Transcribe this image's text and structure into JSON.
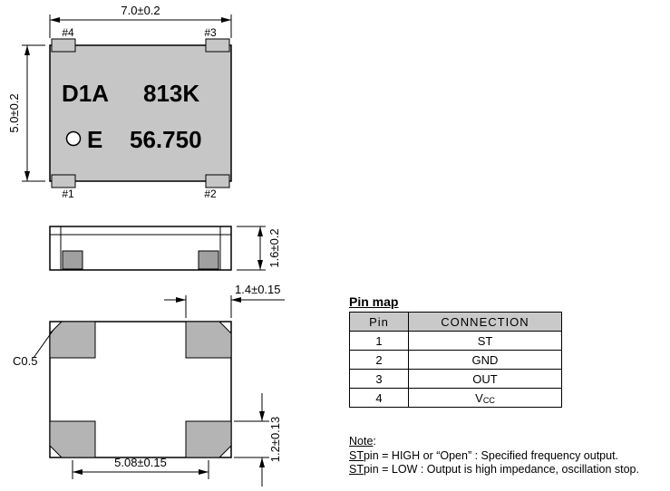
{
  "top_view": {
    "dim_width": "7.0±0.2",
    "dim_height": "5.0±0.2",
    "pad_labels": {
      "p4": "#4",
      "p3": "#3",
      "p1": "#1",
      "p2": "#2"
    },
    "marking": {
      "line1_left": "D1A",
      "line1_right": "813K",
      "line2_left": "E",
      "line2_right": "56.750"
    }
  },
  "side_view": {
    "dim_height": "1.6±0.2"
  },
  "bottom_view": {
    "chamfer": "C0.5",
    "dim_pad_width": "1.4±0.15",
    "dim_pitch": "5.08±0.15",
    "dim_pad_height": "1.2±0.13"
  },
  "pin_map": {
    "title": "Pin map",
    "headers": [
      "Pin",
      "CONNECTION"
    ],
    "rows": [
      {
        "pin": "1",
        "connection": "ST"
      },
      {
        "pin": "2",
        "connection": "GND"
      },
      {
        "pin": "3",
        "connection": "OUT"
      },
      {
        "pin": "4",
        "connection": "V",
        "connection_sub": "CC"
      }
    ]
  },
  "note": {
    "title_text": "Note",
    "title_colon": ":",
    "line1": {
      "st": "ST",
      "rest": "pin = HIGH or “Open” : Specified frequency output."
    },
    "line2": {
      "st": "ST",
      "rest": "pin = LOW : Output is high impedance, oscillation stop."
    }
  },
  "colors": {
    "body_fill": "#c6c6c6",
    "bottom_pad_fill": "#b4b4b4",
    "side_pad_fill": "#a0a0a0",
    "table_header_fill": "#c9c9c9",
    "line_color": "#000000"
  }
}
